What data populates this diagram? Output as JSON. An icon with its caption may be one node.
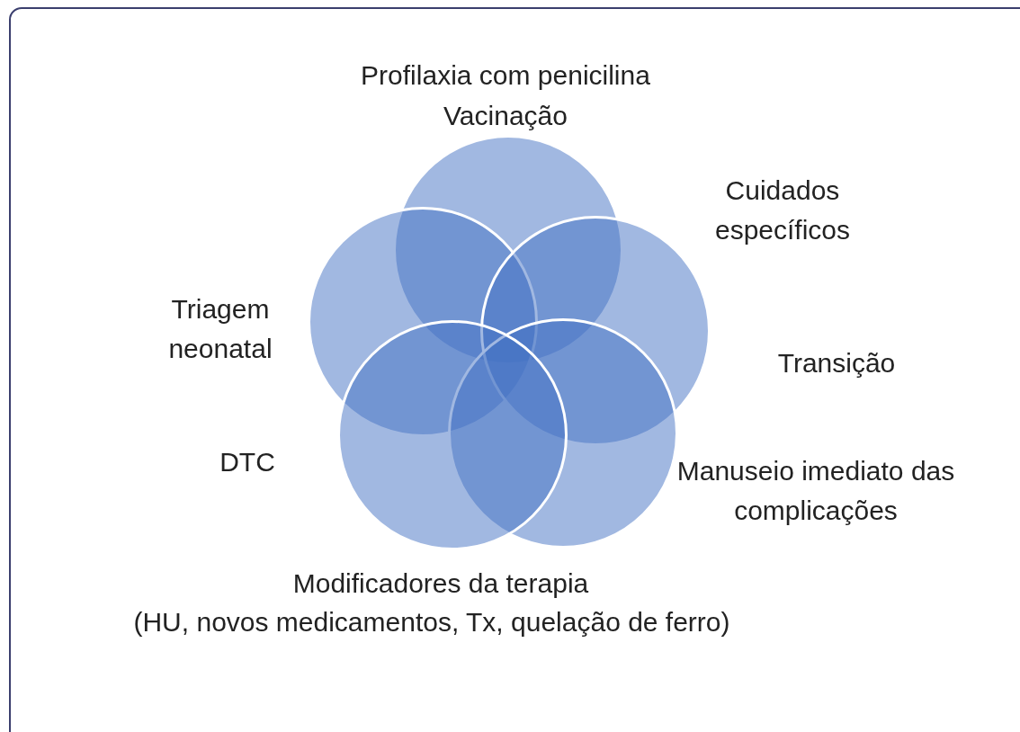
{
  "diagram": {
    "nodes": [
      {
        "text": [],
        "shape": "circle"
      },
      {
        "text": [],
        "shape": "circle"
      },
      {
        "text": [],
        "shape": "circle"
      },
      {
        "text": [],
        "shape": "circle"
      },
      {
        "text": [],
        "shape": "circle"
      }
    ],
    "labels": [
      "Profilaxia com penicilina",
      "Vacinação",
      "Cuidados específicos",
      "Triagem neonatal",
      "Transição",
      "DTC",
      "Manuseio imediato das complicações",
      "Modificadores da terapia",
      "(HU, novos medicamentos, Tx, quelação de ferro)"
    ]
  }
}
